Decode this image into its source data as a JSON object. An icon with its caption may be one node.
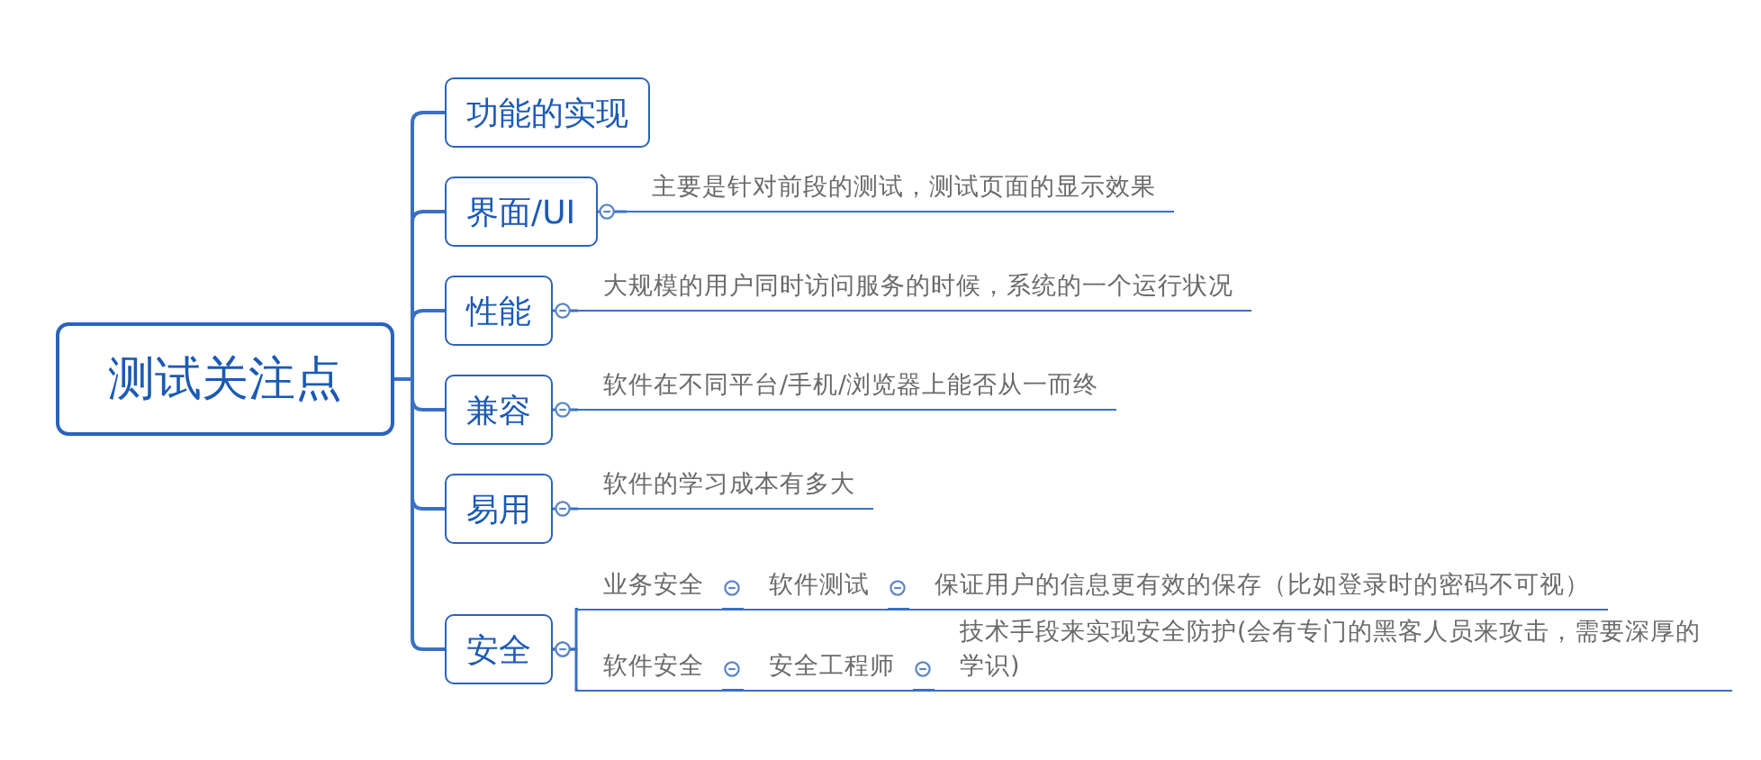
{
  "diagram": {
    "nodes": [
      {
        "text": [
          "测试关注点"
        ]
      },
      {
        "text": [
          "功能的实现"
        ]
      },
      {
        "text": [
          "界面/UI"
        ]
      },
      {
        "text": [
          "主要是针对前段的测试，测试页面的显示效果"
        ]
      },
      {
        "text": [
          "性能"
        ]
      },
      {
        "text": [
          "大规模的用户同时访问服务的时候，系统的一个运行状况"
        ]
      },
      {
        "text": [
          "兼容"
        ]
      },
      {
        "text": [
          "软件在不同平台/手机/浏览器上能否从一而终"
        ]
      },
      {
        "text": [
          "易用"
        ]
      },
      {
        "text": [
          "软件的学习成本有多大"
        ]
      },
      {
        "text": [
          "安全"
        ]
      },
      {
        "text": [
          "业务安全"
        ]
      },
      {
        "text": [
          "软件测试"
        ]
      },
      {
        "text": [
          "保证用户的信息更有效的保存（比如登录时的密码不可视）"
        ]
      },
      {
        "text": [
          "软件安全"
        ]
      },
      {
        "text": [
          "安全工程师"
        ]
      },
      {
        "text": [
          "技术手段来实现安全防护(会有专门的黑客人员来攻击，需要深厚的学识)"
        ]
      }
    ],
    "edges": [
      {
        "from": 0,
        "to": 1,
        "arrow": "none"
      },
      {
        "from": 0,
        "to": 2,
        "arrow": "none"
      },
      {
        "from": 0,
        "to": 4,
        "arrow": "none"
      },
      {
        "from": 0,
        "to": 6,
        "arrow": "none"
      },
      {
        "from": 0,
        "to": 8,
        "arrow": "none"
      },
      {
        "from": 0,
        "to": 10,
        "arrow": "none"
      },
      {
        "from": 2,
        "to": 3,
        "arrow": "other"
      },
      {
        "from": 4,
        "to": 5,
        "arrow": "other"
      },
      {
        "from": 6,
        "to": 7,
        "arrow": "other"
      },
      {
        "from": 8,
        "to": 9,
        "arrow": "other"
      },
      {
        "from": 10,
        "to": 11,
        "arrow": "other"
      },
      {
        "from": 10,
        "to": 14,
        "arrow": "other"
      },
      {
        "from": 11,
        "to": 12,
        "arrow": "none"
      },
      {
        "from": 12,
        "to": 13,
        "arrow": "none"
      },
      {
        "from": 14,
        "to": 15,
        "arrow": "none"
      },
      {
        "from": 15,
        "to": 16,
        "arrow": "none"
      }
    ]
  }
}
